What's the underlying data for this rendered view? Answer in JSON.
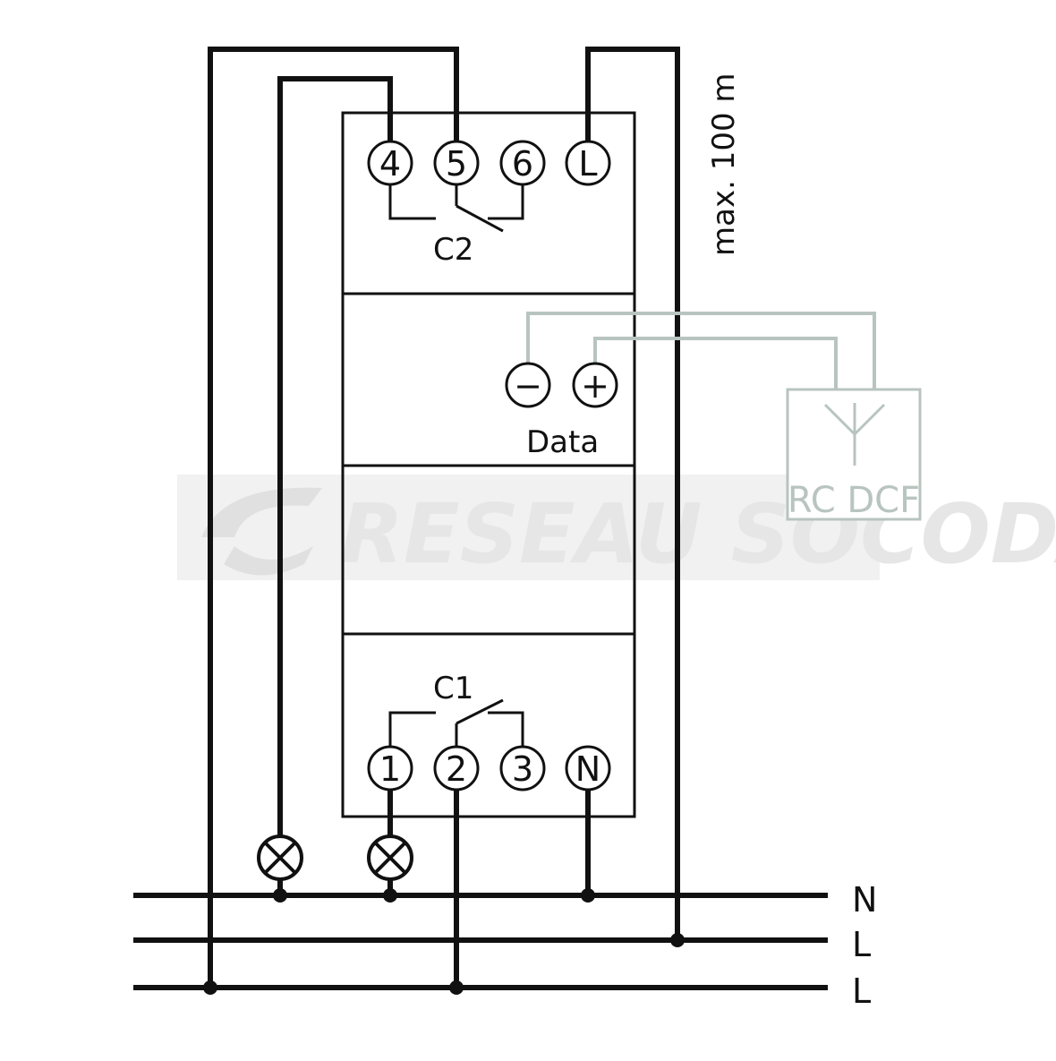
{
  "terminals_top": [
    "4",
    "5",
    "6",
    "L"
  ],
  "terminals_bottom": [
    "1",
    "2",
    "3",
    "N"
  ],
  "data_terminals": [
    "−",
    "+"
  ],
  "contact_labels": {
    "c2": "C2",
    "c1": "C1"
  },
  "data_label": "Data",
  "distance_label": "max. 100 m",
  "antenna_label": "RC DCF",
  "bus_labels": [
    "N",
    "L",
    "L"
  ],
  "watermark": "RESEAU SOCODA",
  "colors": {
    "wire": "#111111",
    "antenna_wire": "#b8c4bf",
    "watermark": "#e9e9e9"
  }
}
